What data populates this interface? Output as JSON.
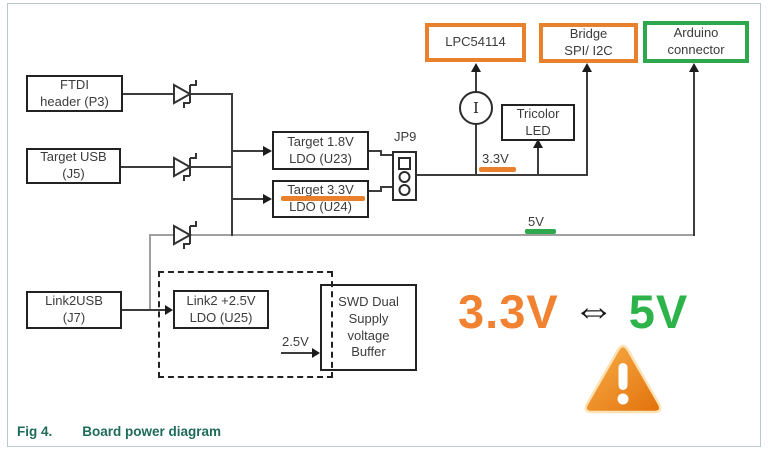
{
  "figure": {
    "caption_label": "Fig 4.",
    "caption_title": "Board power diagram"
  },
  "colors": {
    "accent_orange": "#E8802C",
    "accent_green": "#2EA84C",
    "caption_teal": "#1E6B5A",
    "wire_dark": "#3c3c3c",
    "wire_light": "#a0a0a0",
    "warning_gradient_top": "#F9B04A",
    "warning_gradient_bottom": "#E2700A"
  },
  "boxes": {
    "ftdi": {
      "line1": "FTDI",
      "line2": "header (P3)"
    },
    "target_usb": {
      "line1": "Target USB",
      "line2": "(J5)"
    },
    "link2usb": {
      "line1": "Link2USB",
      "line2": "(J7)"
    },
    "u23": {
      "line1": "Target 1.8V",
      "line2": "LDO (U23)"
    },
    "u24": {
      "line1": "Target 3.3V",
      "line2": "LDO (U24)"
    },
    "u25": {
      "line1": "Link2 +2.5V",
      "line2": "LDO (U25)"
    },
    "lpc": {
      "line1": "LPC54114"
    },
    "bridge": {
      "line1": "Bridge",
      "line2": "SPI/ I2C"
    },
    "arduino": {
      "line1": "Arduino",
      "line2": "connector"
    },
    "tricolor": {
      "line1": "Tricolor",
      "line2": "LED"
    },
    "swd": {
      "line1": "SWD Dual",
      "line2": "Supply",
      "line3": "voltage",
      "line4": "Buffer"
    }
  },
  "labels": {
    "jumper": "JP9",
    "ammeter": "I",
    "rail_3v3": "3.3V",
    "rail_5v": "5V",
    "rail_2v5": "2.5V"
  },
  "banner": {
    "left": "3.3V",
    "arrow": "⇔",
    "right": "5V"
  }
}
